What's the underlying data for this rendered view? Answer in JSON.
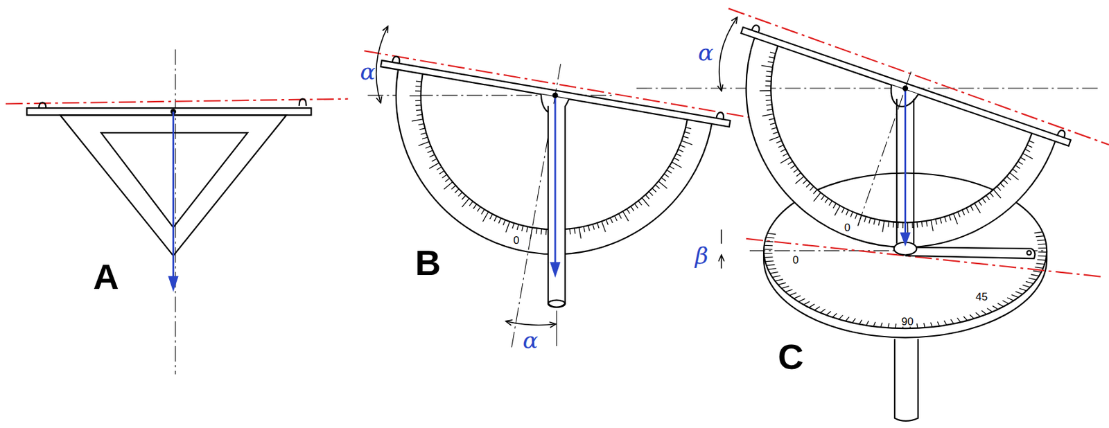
{
  "diagram": {
    "labels": [
      "A",
      "B",
      "C",
      "α",
      "α",
      "α",
      "β",
      "0",
      "0",
      "0",
      "90",
      "45"
    ]
  }
}
